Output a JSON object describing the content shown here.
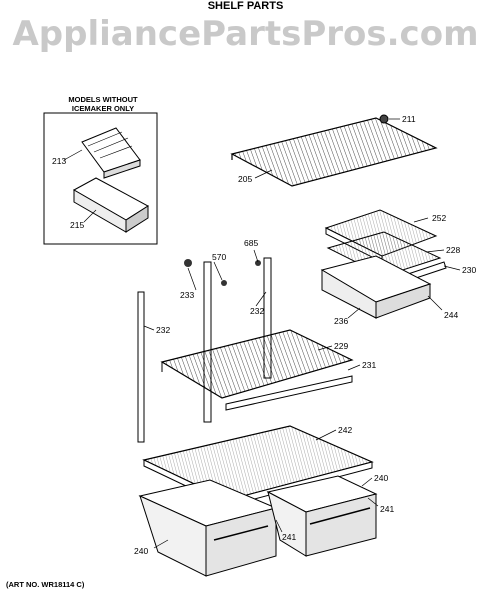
{
  "header": {
    "title": "SHELF PARTS",
    "watermark": "AppliancePartsPros.com"
  },
  "inset": {
    "title": "MODELS WITHOUT ICEMAKER ONLY"
  },
  "footer": {
    "art_number": "(ART NO. WR18114 C)"
  },
  "parts": {
    "p211": "211",
    "p205": "205",
    "p213": "213",
    "p215": "215",
    "p252": "252",
    "p228": "228",
    "p230": "230",
    "p236": "236",
    "p244": "244",
    "p685": "685",
    "p570": "570",
    "p233": "233",
    "p232a": "232",
    "p232b": "232",
    "p229": "229",
    "p231": "231",
    "p242": "242",
    "p240a": "240",
    "p240b": "240",
    "p241a": "241",
    "p241b": "241"
  }
}
